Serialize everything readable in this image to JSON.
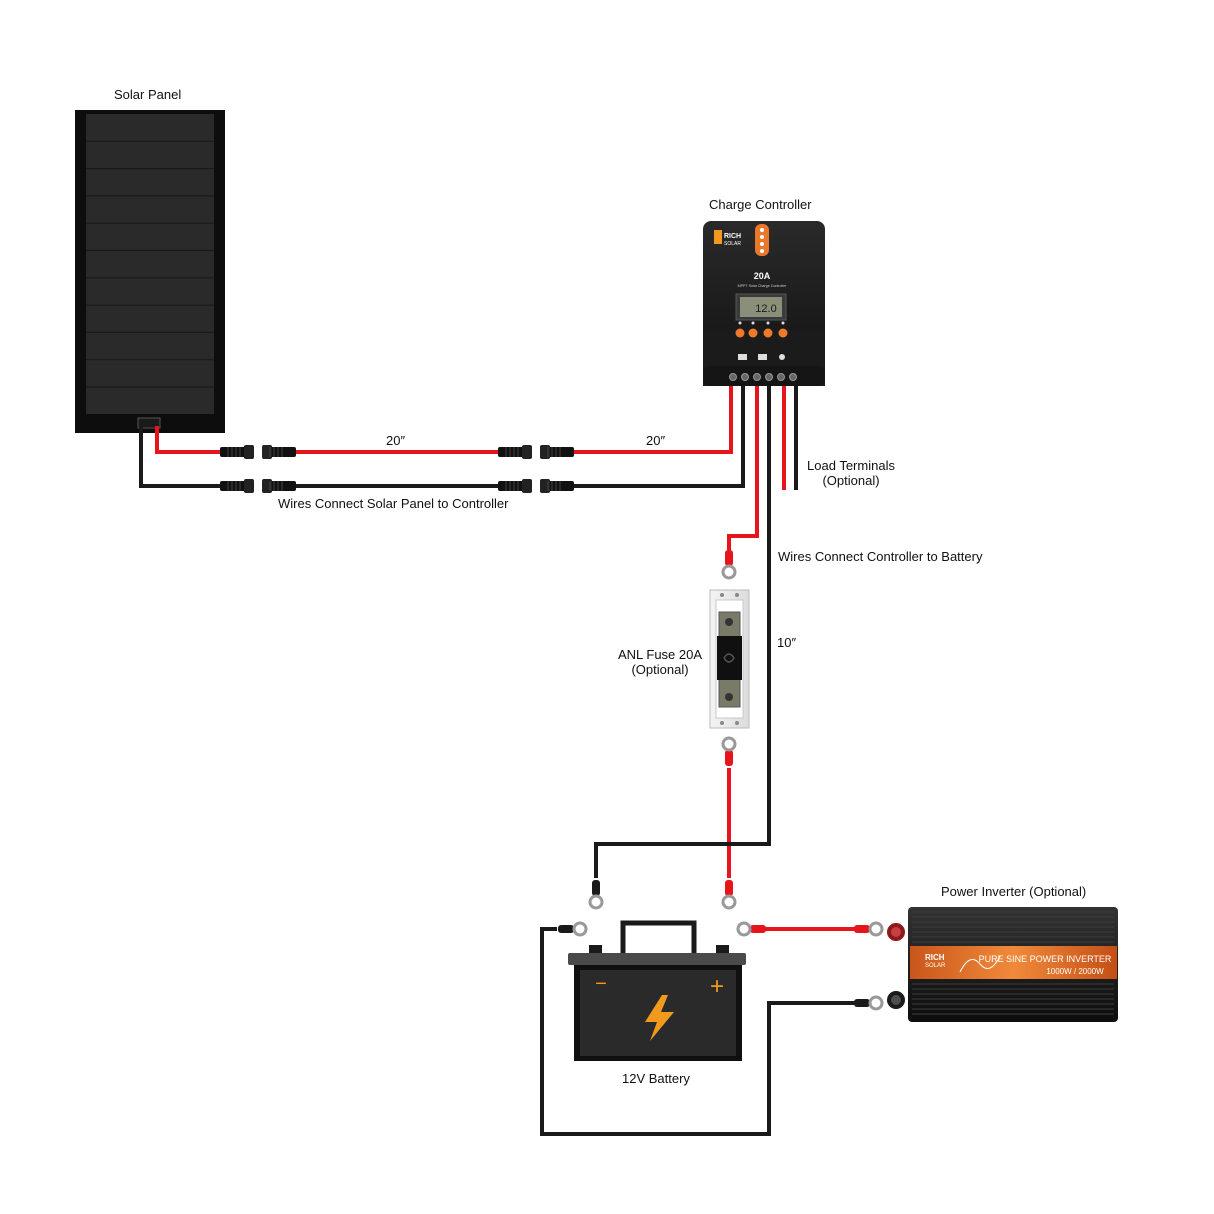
{
  "labels": {
    "solar_panel": "Solar Panel",
    "charge_controller": "Charge Controller",
    "length_1": "20″",
    "length_2": "20″",
    "wires_panel_controller": "Wires Connect Solar Panel to Controller",
    "load_terminals_line1": "Load Terminals",
    "load_terminals_line2": "(Optional)",
    "wires_controller_battery": "Wires Connect Controller to Battery",
    "fuse_line1": "ANL Fuse 20A",
    "fuse_line2": "(Optional)",
    "length_3": "10″",
    "power_inverter": "Power Inverter (Optional)",
    "battery": "12V Battery"
  },
  "controller": {
    "brand_line1": "RICH",
    "brand_line2": "SOLAR",
    "rating": "20A",
    "subtitle": "MPPT Solar Charge Controller",
    "display_value": "12.0"
  },
  "inverter": {
    "brand_line1": "RICH",
    "brand_line2": "SOLAR",
    "banner": "PURE SINE POWER INVERTER",
    "rating": "1000W / 2000W"
  },
  "battery_face": {
    "minus": "−",
    "plus": "+"
  },
  "colors": {
    "positive_wire": "#e8141b",
    "negative_wire": "#1a1a1a",
    "accent_orange": "#f39a1e",
    "panel_dark": "#1e1e1e"
  }
}
